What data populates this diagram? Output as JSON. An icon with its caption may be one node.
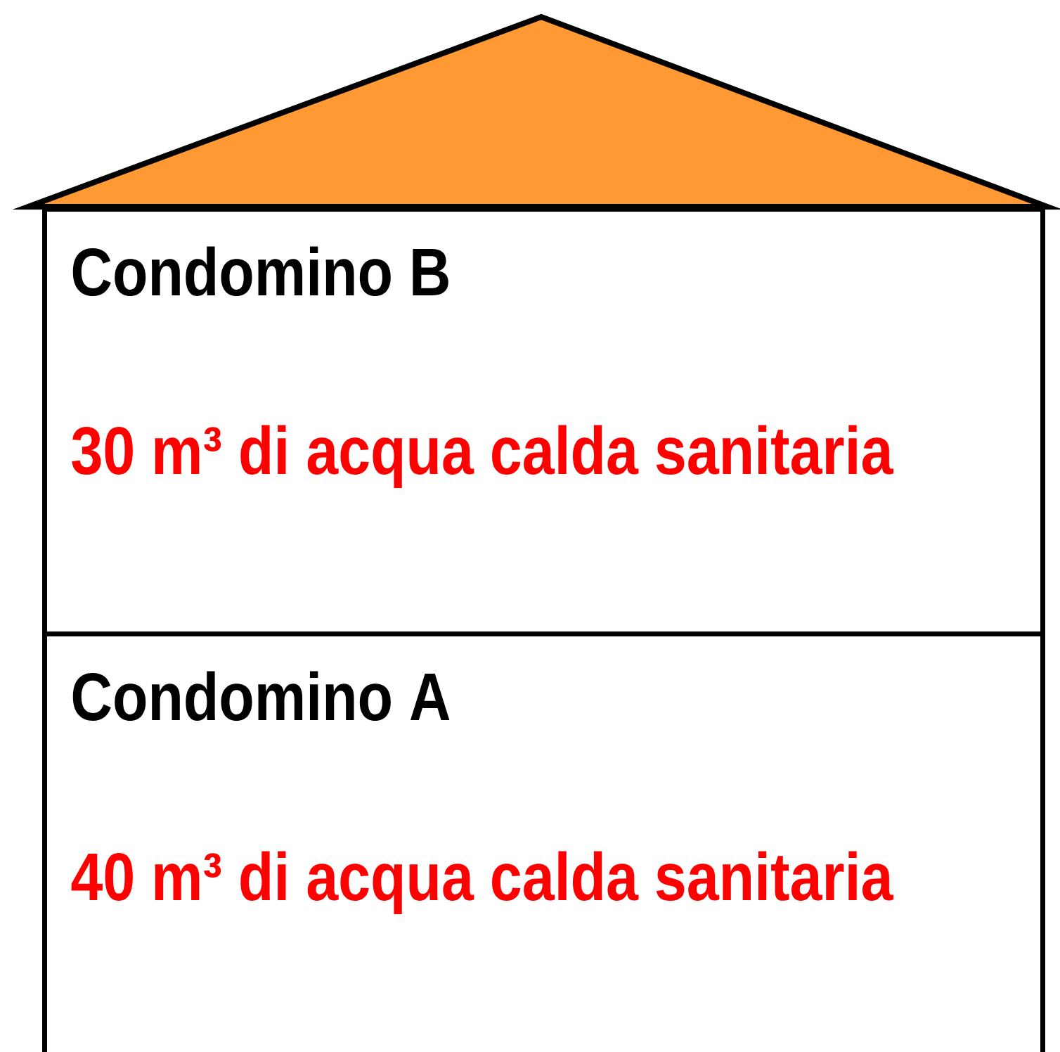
{
  "diagram": {
    "nodes": [
      {
        "text": [
          "Condomino B",
          "30 m³ di acqua calda sanitaria"
        ]
      },
      {
        "text": [
          "Condomino A",
          "40 m³ di acqua calda sanitaria"
        ]
      }
    ]
  }
}
